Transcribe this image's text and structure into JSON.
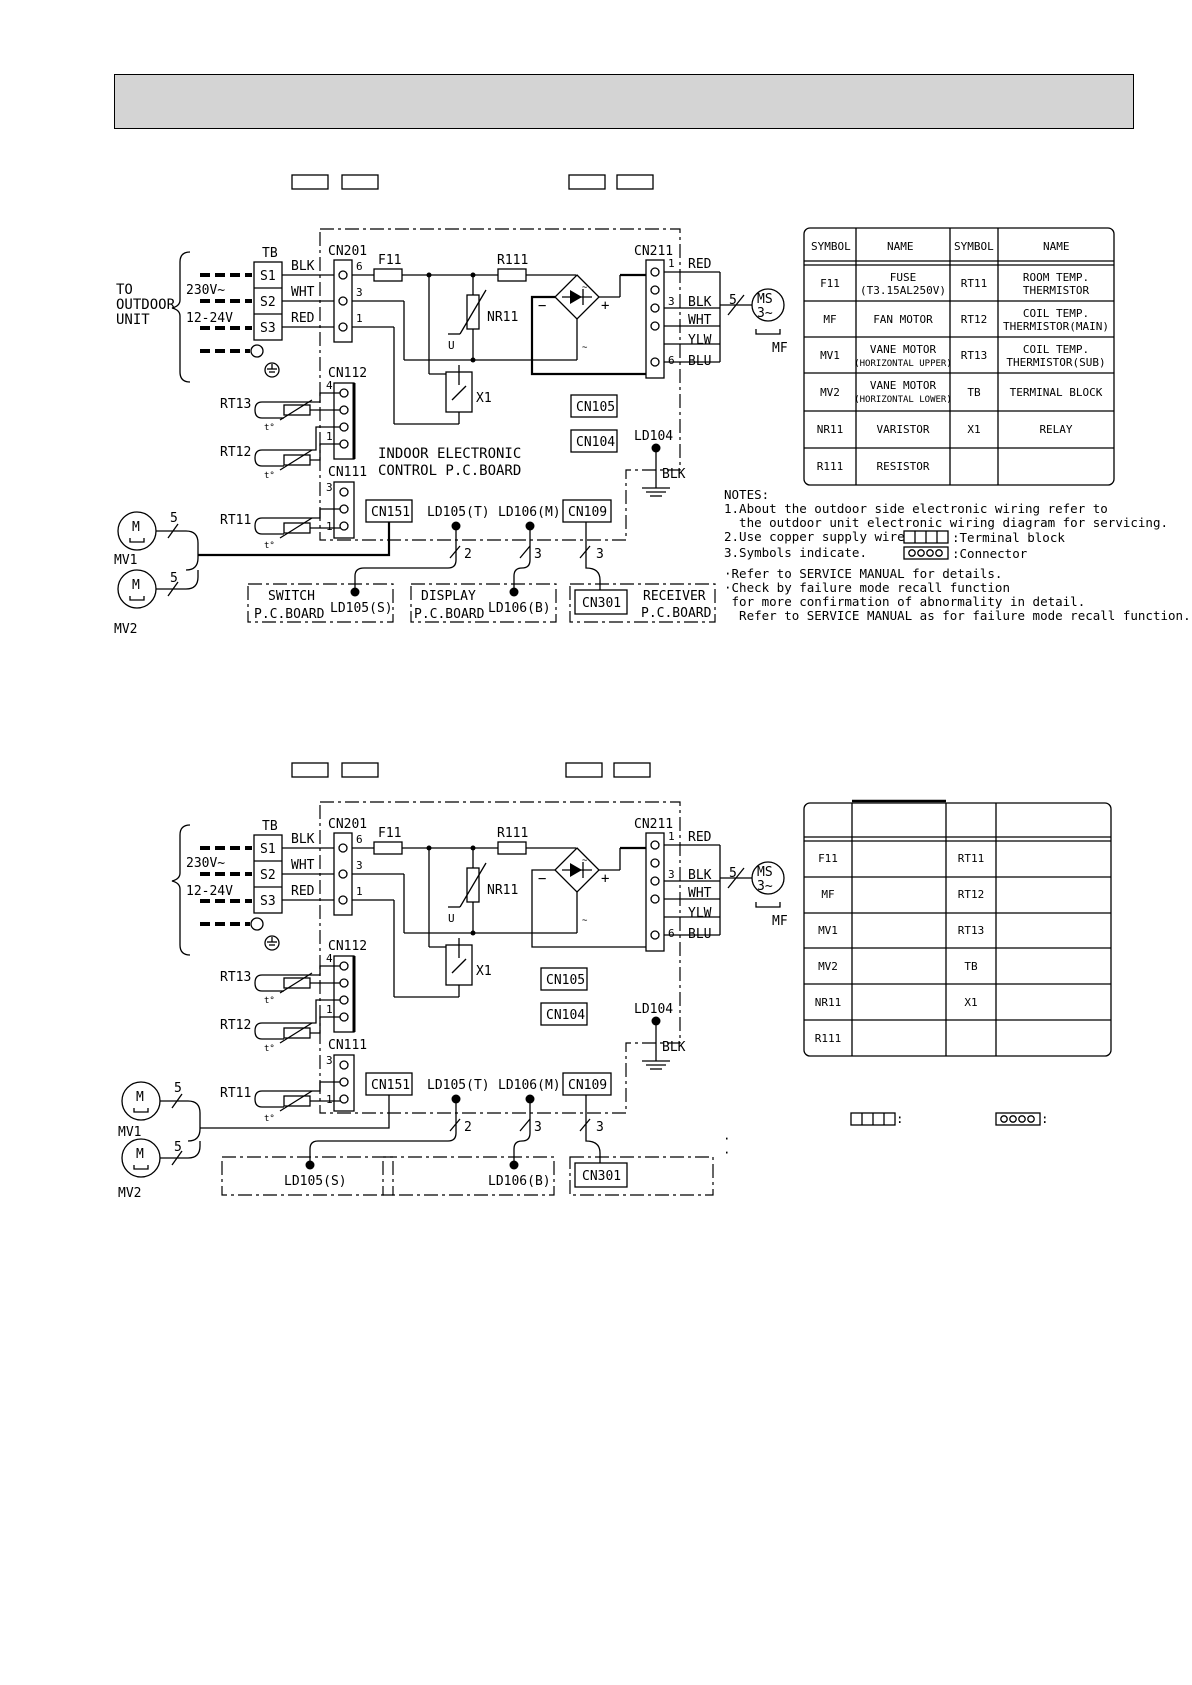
{
  "diagram1": {
    "to_outdoor": [
      "TO",
      "OUTDOOR",
      "UNIT"
    ],
    "power_ac": "230V~",
    "power_dc": "12-24V",
    "tb": "TB",
    "s1": "S1",
    "s2": "S2",
    "s3": "S3",
    "blk": "BLK",
    "wht": "WHT",
    "red": "RED",
    "cn201": "CN201",
    "pin6": "6",
    "pin3": "3",
    "pin1": "1",
    "f11": "F11",
    "r111": "R111",
    "nr11": "NR11",
    "x1": "X1",
    "cn211": "CN211",
    "pins_cn211": [
      "1",
      "3",
      "6"
    ],
    "colors_cn211": [
      "RED",
      "BLK",
      "WHT",
      "YLW",
      "BLU"
    ],
    "five": "5",
    "ms": "MS",
    "ms3": "3~",
    "mf": "MF",
    "cn112": "CN112",
    "cn112_pins": [
      "4",
      "1"
    ],
    "rt13": "RT13",
    "rt12": "RT12",
    "rt11": "RT11",
    "t_deg": "t°",
    "cn111": "CN111",
    "cn111_pins": [
      "3",
      "1"
    ],
    "board_label": [
      "INDOOR ELECTRONIC",
      "CONTROL P.C.BOARD"
    ],
    "cn105": "CN105",
    "cn104": "CN104",
    "ld104": "LD104",
    "ld104_blk": "BLK",
    "cn151": "CN151",
    "ld105t": "LD105(T)",
    "ld106m": "LD106(M)",
    "cn109": "CN109",
    "mv1": "MV1",
    "mv2": "MV2",
    "m": "M",
    "count2": "2",
    "count3": "3",
    "switch_board": [
      "SWITCH",
      "P.C.BOARD"
    ],
    "ld105s": "LD105(S)",
    "display_board": [
      "DISPLAY",
      "P.C.BOARD"
    ],
    "ld106b": "LD106(B)",
    "cn301": "CN301",
    "receiver_board": [
      "RECEIVER",
      "P.C.BOARD"
    ]
  },
  "table1": {
    "headers": [
      "SYMBOL",
      "NAME",
      "SYMBOL",
      "NAME"
    ],
    "rows": [
      {
        "s1": "F11",
        "n1": [
          "FUSE",
          "(T3.15AL250V)"
        ],
        "s2": "RT11",
        "n2": [
          "ROOM TEMP.",
          "THERMISTOR"
        ]
      },
      {
        "s1": "MF",
        "n1": [
          "FAN MOTOR"
        ],
        "s2": "RT12",
        "n2": [
          "COIL TEMP.",
          "THERMISTOR(MAIN)"
        ]
      },
      {
        "s1": "MV1",
        "n1": [
          "VANE MOTOR",
          "(HORIZONTAL UPPER)"
        ],
        "s2": "RT13",
        "n2": [
          "COIL TEMP.",
          "THERMISTOR(SUB)"
        ]
      },
      {
        "s1": "MV2",
        "n1": [
          "VANE MOTOR",
          "(HORIZONTAL LOWER)"
        ],
        "s2": "TB",
        "n2": [
          "TERMINAL BLOCK"
        ]
      },
      {
        "s1": "NR11",
        "n1": [
          "VARISTOR"
        ],
        "s2": "X1",
        "n2": [
          "RELAY"
        ]
      },
      {
        "s1": "R111",
        "n1": [
          "RESISTOR"
        ],
        "s2": "",
        "n2": [
          ""
        ]
      }
    ]
  },
  "notes": {
    "title": "NOTES:",
    "lines": [
      "1.About the outdoor side electronic wiring refer to",
      "  the outdoor unit electronic wiring diagram for servicing.",
      "2.Use copper supply wires.",
      "3.Symbols indicate."
    ],
    "terminal_block": ":Terminal block",
    "connector": ":Connector",
    "service": [
      "·Refer to SERVICE MANUAL for details.",
      "·Check by failure mode recall function",
      " for more confirmation of abnormality in detail.",
      "  Refer to SERVICE MANUAL as for failure mode recall function."
    ]
  },
  "table2_symbols": [
    "F11",
    "MF",
    "MV1",
    "MV2",
    "NR11",
    "R111"
  ],
  "table2_symbols_right": [
    "RT11",
    "RT12",
    "RT13",
    "TB",
    "X1",
    ""
  ],
  "lower_notes": {
    "colon": ":",
    "bullet": "·"
  }
}
